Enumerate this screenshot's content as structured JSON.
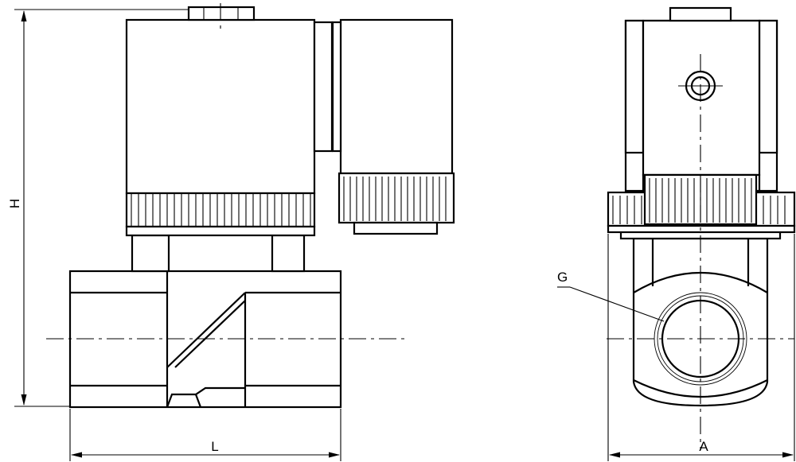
{
  "dimensions": {
    "height_label": "H",
    "length_label": "L",
    "width_label": "A",
    "port_label": "G"
  }
}
